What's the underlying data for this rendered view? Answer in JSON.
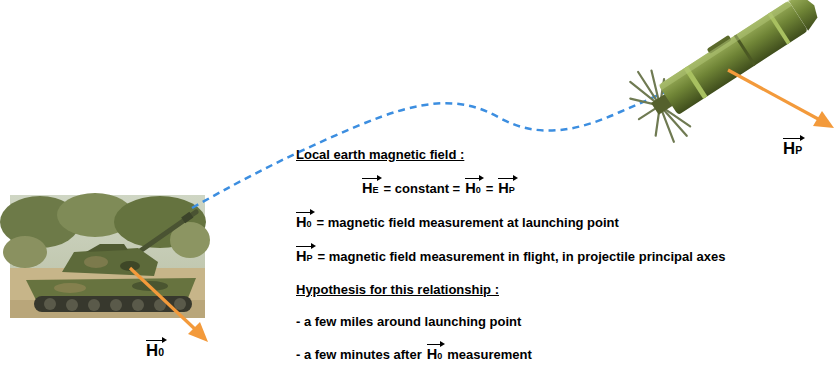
{
  "diagram": {
    "labels": [
      "Local earth magnetic field :",
      "HE",
      "= constant =",
      "H0",
      "=",
      "HP",
      "H0",
      "= magnetic field measurement at launching point",
      "HP",
      "= magnetic field measurement in flight, in projectile principal axes",
      "Hypothesis for this relationship :",
      "- a few miles around launching point",
      "- a few minutes after",
      "H0",
      "measurement",
      "H0",
      "HP"
    ]
  }
}
